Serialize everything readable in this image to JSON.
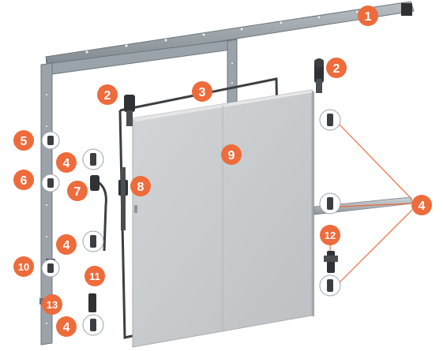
{
  "colors": {
    "badge": "#ee6b3b",
    "badge_text": "#ffffff",
    "frame": "#9aa3a9",
    "frame_dark": "#6d767c",
    "panel": "#c8cccf",
    "panel_edge": "#e4e6e8",
    "gasket": "#3c3f42",
    "leader": "#ee6b3b"
  },
  "callouts": [
    {
      "id": "1",
      "label": "1"
    },
    {
      "id": "2a",
      "label": "2"
    },
    {
      "id": "2b",
      "label": "2"
    },
    {
      "id": "3",
      "label": "3"
    },
    {
      "id": "4a",
      "label": "4"
    },
    {
      "id": "4b",
      "label": "4"
    },
    {
      "id": "4c",
      "label": "4"
    },
    {
      "id": "4d",
      "label": "4"
    },
    {
      "id": "5",
      "label": "5"
    },
    {
      "id": "6",
      "label": "6"
    },
    {
      "id": "7",
      "label": "7"
    },
    {
      "id": "8",
      "label": "8"
    },
    {
      "id": "9",
      "label": "9"
    },
    {
      "id": "10",
      "label": "10"
    },
    {
      "id": "11",
      "label": "11"
    },
    {
      "id": "12",
      "label": "12"
    },
    {
      "id": "13",
      "label": "13"
    }
  ],
  "parts": {
    "track_rail": "rail-icon",
    "roller": "roller-icon",
    "gasket": "gasket-icon",
    "hinge_clamp": "clamp-icon",
    "door_panel": "panel-icon",
    "handle": "handle-icon",
    "threshold_bar": "bar-icon"
  }
}
